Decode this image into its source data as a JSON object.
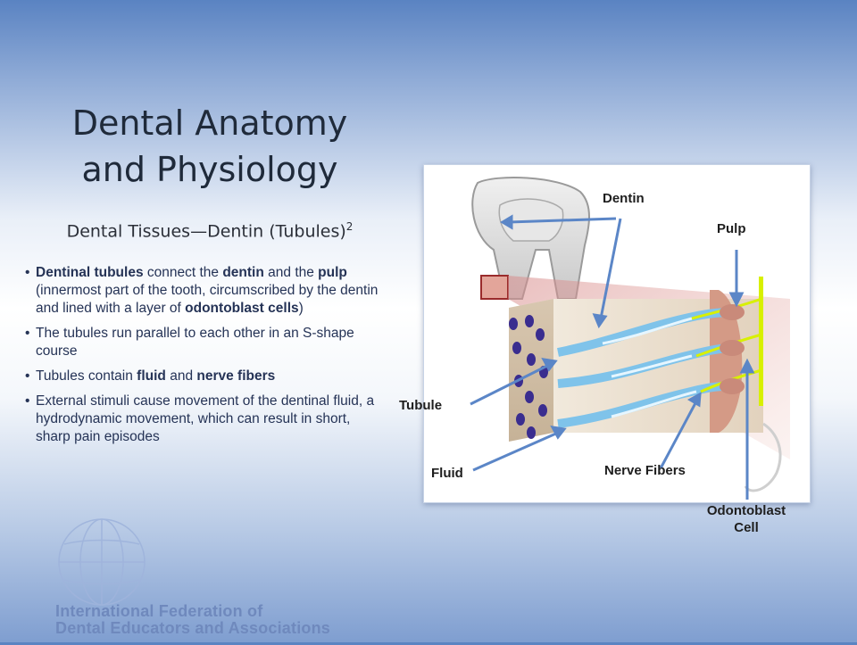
{
  "slide": {
    "title_line1": "Dental Anatomy",
    "title_line2": "and Physiology",
    "subtitle": "Dental Tissues—Dentin (Tubules)",
    "subtitle_sup": "2"
  },
  "bullets": [
    {
      "parts": [
        {
          "t": "Dentinal tubules",
          "b": true
        },
        {
          "t": " connect the ",
          "b": false
        },
        {
          "t": "dentin",
          "b": true
        },
        {
          "t": " and the ",
          "b": false
        },
        {
          "t": "pulp",
          "b": true
        },
        {
          "t": " (innermost part of the tooth, circumscribed by the dentin and lined with a layer of ",
          "b": false
        },
        {
          "t": "odontoblast cells",
          "b": true
        },
        {
          "t": ")",
          "b": false
        }
      ]
    },
    {
      "parts": [
        {
          "t": "The tubules run parallel to each other in an S-shape course",
          "b": false
        }
      ]
    },
    {
      "parts": [
        {
          "t": "Tubules contain ",
          "b": false
        },
        {
          "t": "fluid",
          "b": true
        },
        {
          "t": " and ",
          "b": false
        },
        {
          "t": "nerve fibers",
          "b": true
        }
      ]
    },
    {
      "parts": [
        {
          "t": "External stimuli cause movement of the dentinal fluid, a hydrodynamic movement, which can result in short, sharp pain episodes",
          "b": false
        }
      ]
    }
  ],
  "figure": {
    "labels": {
      "dentin": "Dentin",
      "pulp": "Pulp",
      "tubule": "Tubule",
      "fluid": "Fluid",
      "nerve_fibers": "Nerve Fibers",
      "odontoblast_line1": "Odontoblast",
      "odontoblast_line2": "Cell"
    },
    "colors": {
      "arrow": "#5b86c7",
      "tubule": "#7fc3ea",
      "nerve": "#d8f000",
      "dentin_block": "#eadfce",
      "pulp_tissue": "#d49a86",
      "tubule_opening": "#3a2d8f"
    }
  },
  "footer": {
    "org_line1": "International Federation of",
    "org_line2": "Dental Educators and Associations",
    "logo_icon": "globe-icon"
  }
}
